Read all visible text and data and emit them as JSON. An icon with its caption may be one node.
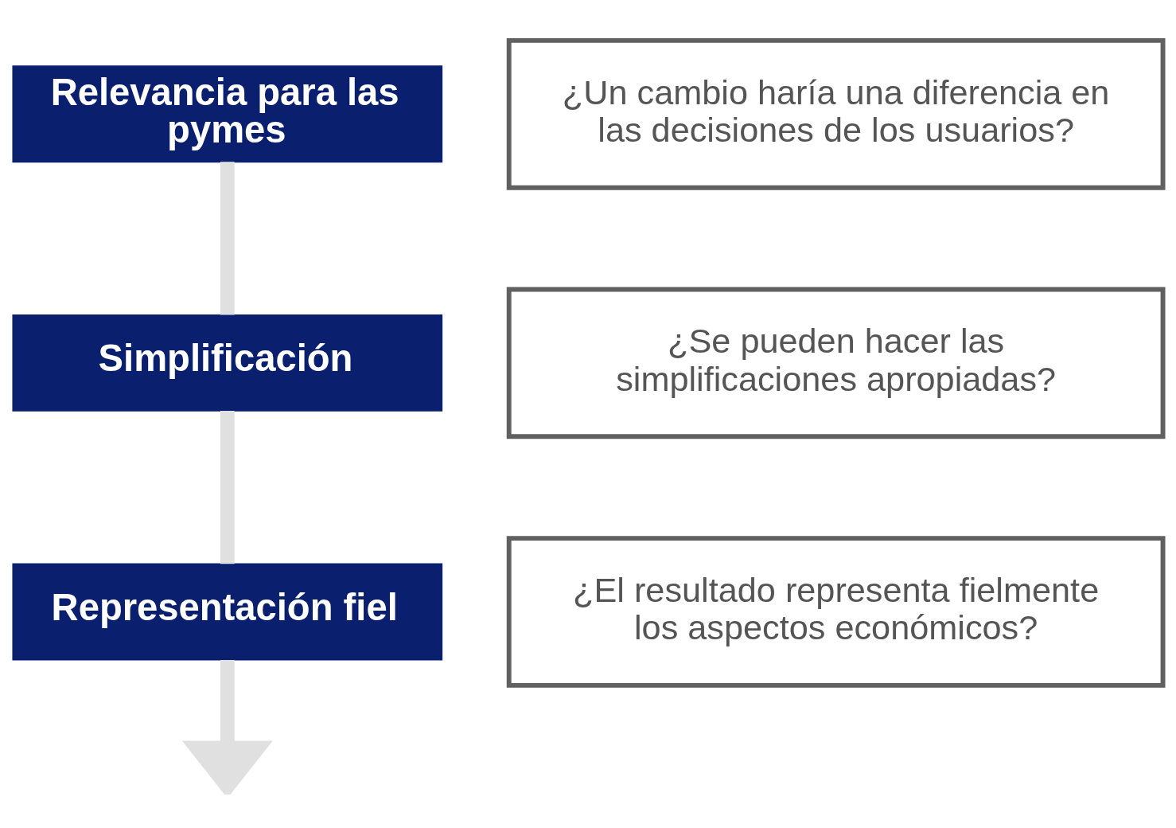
{
  "diagram": {
    "nodes": [
      {
        "text": [
          "Relevancia para las pymes"
        ]
      },
      {
        "text": [
          "¿Un cambio haría una diferencia en las decisiones de los usuarios?"
        ]
      },
      {
        "text": [
          "Simplificación"
        ]
      },
      {
        "text": [
          "¿Se pueden hacer las simplificaciones apropiadas?"
        ]
      },
      {
        "text": [
          "Representación fiel"
        ]
      },
      {
        "text": [
          "¿El resultado representa fielmente los aspectos económicos?"
        ]
      }
    ],
    "edges": [
      {
        "from": 0,
        "to": 2,
        "arrow": "none"
      },
      {
        "from": 2,
        "to": 4,
        "arrow": "none"
      },
      {
        "from": 4,
        "to": null,
        "arrow": "to"
      }
    ]
  }
}
